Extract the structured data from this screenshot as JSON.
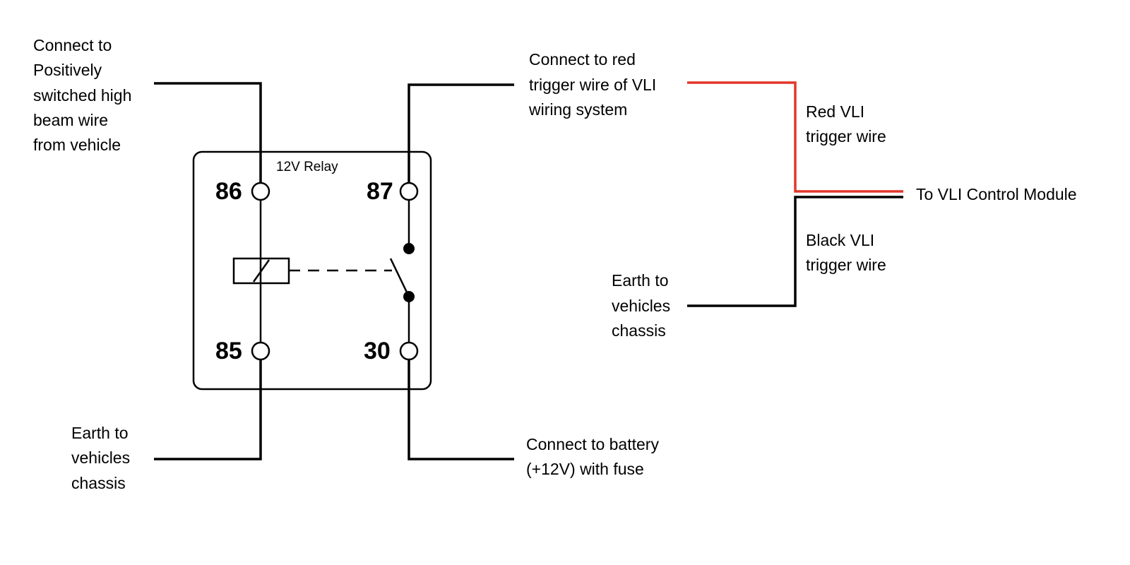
{
  "relay": {
    "title": "12V  Relay",
    "pins": {
      "p86": "86",
      "p87": "87",
      "p85": "85",
      "p30": "30"
    }
  },
  "labels": {
    "high_beam": [
      "Connect to",
      "Positively",
      "switched high",
      "beam wire",
      "from vehicle"
    ],
    "earth_left": [
      "Earth to",
      "vehicles",
      "chassis"
    ],
    "red_trigger": [
      "Connect to red",
      "trigger wire of VLI",
      "wiring system"
    ],
    "battery": [
      "Connect to battery",
      "(+12V) with fuse"
    ],
    "red_vli": [
      "Red VLI",
      "trigger wire"
    ],
    "control_module": [
      "To VLI Control Module"
    ],
    "black_vli": [
      "Black VLI",
      "trigger wire"
    ],
    "earth_right": [
      "Earth to",
      "vehicles",
      "chassis"
    ]
  },
  "colors": {
    "wire": "#000000",
    "red_wire": "#e2372a"
  }
}
